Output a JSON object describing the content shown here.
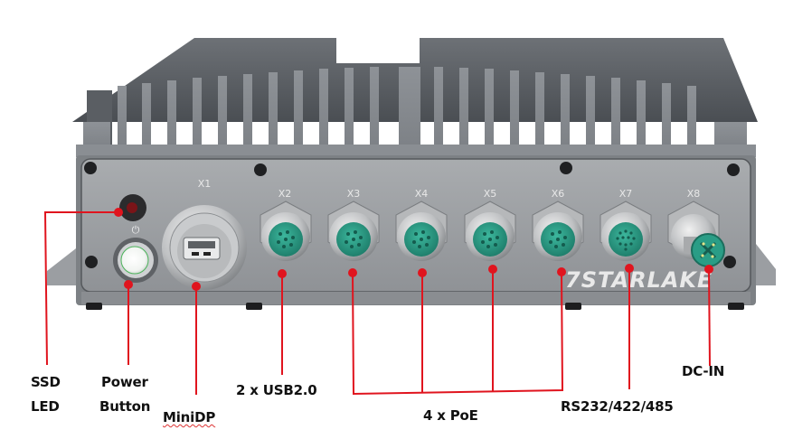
{
  "diagram": {
    "device_brand": "7STARLAKE",
    "accent_color": "#e0141e",
    "connector_color": "#2a9d86",
    "chassis_color": "#8c8f93",
    "port_labels": [
      "X1",
      "X2",
      "X3",
      "X4",
      "X5",
      "X6",
      "X7",
      "X8"
    ],
    "callouts": [
      {
        "id": "ssd-led",
        "lines": [
          "SSD",
          "LED"
        ]
      },
      {
        "id": "power-button",
        "lines": [
          "Power",
          "Button"
        ]
      },
      {
        "id": "minidp",
        "lines": [
          "MiniDP"
        ]
      },
      {
        "id": "usb",
        "lines": [
          "2 x USB2.0"
        ]
      },
      {
        "id": "poe",
        "lines": [
          "4 x PoE"
        ]
      },
      {
        "id": "serial",
        "lines": [
          "RS232/422/485"
        ]
      },
      {
        "id": "dc-in",
        "lines": [
          "DC-IN"
        ]
      }
    ]
  }
}
